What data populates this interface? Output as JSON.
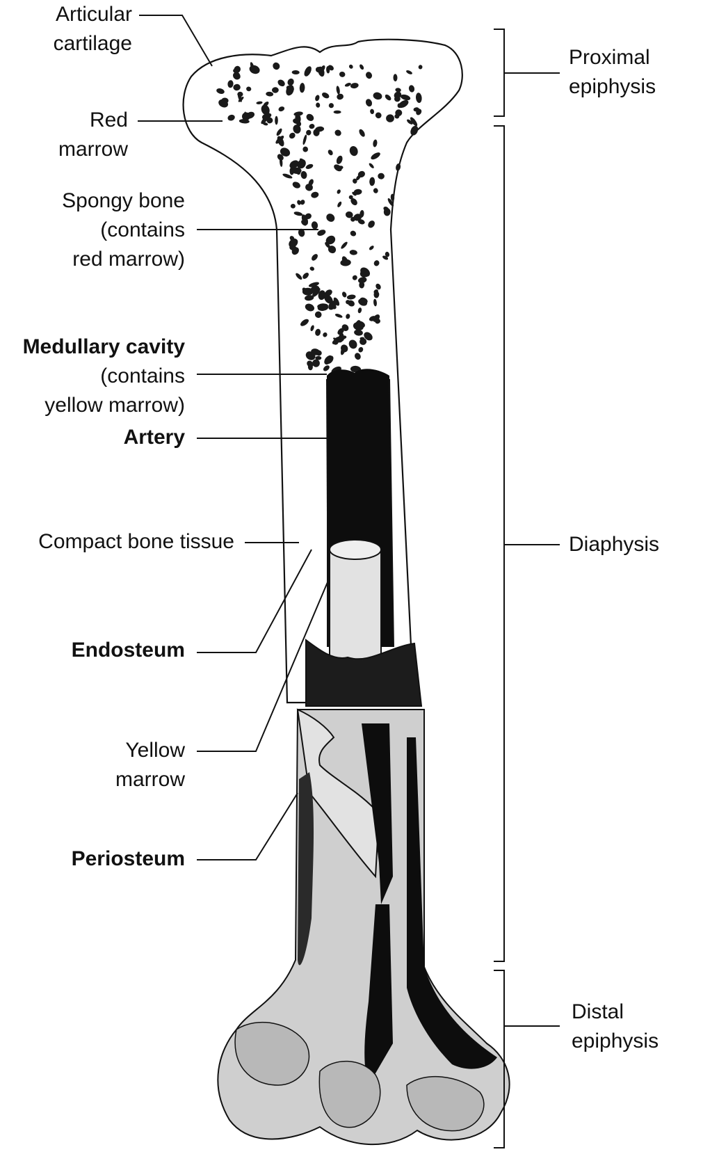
{
  "labels": {
    "articular_cartilage": [
      "Articular",
      "cartilage"
    ],
    "red_marrow": [
      "Red",
      "marrow"
    ],
    "spongy_bone": [
      "Spongy bone",
      "(contains",
      "red marrow)"
    ],
    "medullary_cavity": [
      "Medullary cavity",
      "(contains",
      "yellow marrow)"
    ],
    "artery": "Artery",
    "compact_bone": "Compact bone tissue",
    "endosteum": "Endosteum",
    "yellow_marrow": [
      "Yellow",
      "marrow"
    ],
    "periosteum": "Periosteum",
    "proximal_epiphysis": [
      "Proximal",
      "epiphysis"
    ],
    "diaphysis": "Diaphysis",
    "distal_epiphysis": [
      "Distal",
      "epiphysis"
    ]
  },
  "colors": {
    "ink": "#111111",
    "cavity": "#0d0d0d",
    "bone_surface": "#cfcfcf"
  }
}
